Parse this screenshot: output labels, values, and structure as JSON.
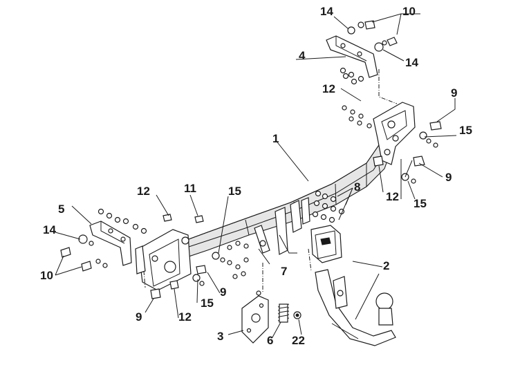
{
  "diagram": {
    "callouts": [
      {
        "id": "c14a",
        "text": "14"
      },
      {
        "id": "c10a",
        "text": "10"
      },
      {
        "id": "c4",
        "text": "4"
      },
      {
        "id": "c14b",
        "text": "14"
      },
      {
        "id": "c12a",
        "text": "12"
      },
      {
        "id": "c9a",
        "text": "9"
      },
      {
        "id": "c15a",
        "text": "15"
      },
      {
        "id": "c1",
        "text": "1"
      },
      {
        "id": "c9b",
        "text": "9"
      },
      {
        "id": "c12b",
        "text": "12"
      },
      {
        "id": "c15b",
        "text": "15"
      },
      {
        "id": "c8",
        "text": "8"
      },
      {
        "id": "c12c",
        "text": "12"
      },
      {
        "id": "c11",
        "text": "11"
      },
      {
        "id": "c15c",
        "text": "15"
      },
      {
        "id": "c5",
        "text": "5"
      },
      {
        "id": "c14c",
        "text": "14"
      },
      {
        "id": "c10b",
        "text": "10"
      },
      {
        "id": "c7",
        "text": "7"
      },
      {
        "id": "c2",
        "text": "2"
      },
      {
        "id": "c9c",
        "text": "9"
      },
      {
        "id": "c15d",
        "text": "15"
      },
      {
        "id": "c9d",
        "text": "9"
      },
      {
        "id": "c12d",
        "text": "12"
      },
      {
        "id": "c3",
        "text": "3"
      },
      {
        "id": "c6",
        "text": "6"
      },
      {
        "id": "c22",
        "text": "22"
      }
    ]
  }
}
